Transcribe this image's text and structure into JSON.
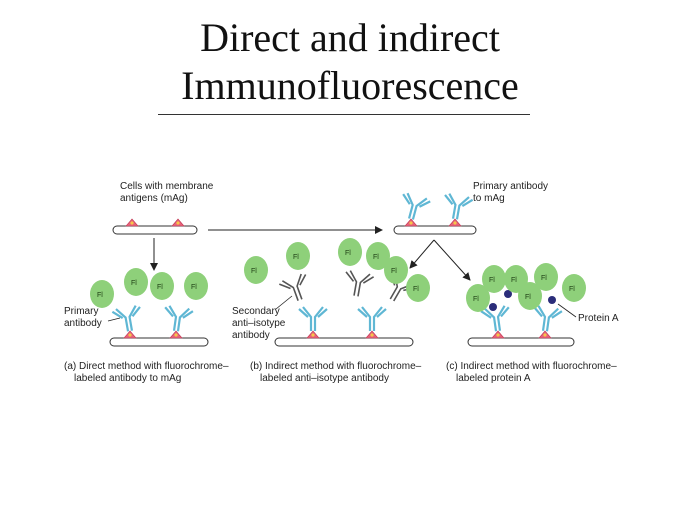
{
  "title": {
    "line1": "Direct and indirect",
    "line2": "Immunofluorescence"
  },
  "labels": {
    "cells_line1": "Cells with membrane",
    "cells_line2": "antigens (mAg)",
    "primary_to_mag_line1": "Primary antibody",
    "primary_to_mag_line2": "to mAg",
    "primary_antibody_line1": "Primary",
    "primary_antibody_line2": "antibody",
    "secondary_line1": "Secondary",
    "secondary_line2": "anti–isotype",
    "secondary_line3": "antibody",
    "protein_a": "Protein A",
    "fl": "Fl"
  },
  "captions": {
    "a_line1": "(a) Direct method with fluorochrome–",
    "a_line2": "labeled antibody to mAg",
    "b_line1": "(b) Indirect method with fluorochrome–",
    "b_line2": "labeled anti–isotype antibody",
    "c_line1": "(c) Indirect method with fluorochrome–",
    "c_line2": "labeled protein A"
  },
  "colors": {
    "antibody": "#5fb7d4",
    "fluorochrome": "#8ed07a",
    "antigen": "#e8627a",
    "protein_a": "#2b2d7a",
    "membrane": "#ffffff"
  }
}
